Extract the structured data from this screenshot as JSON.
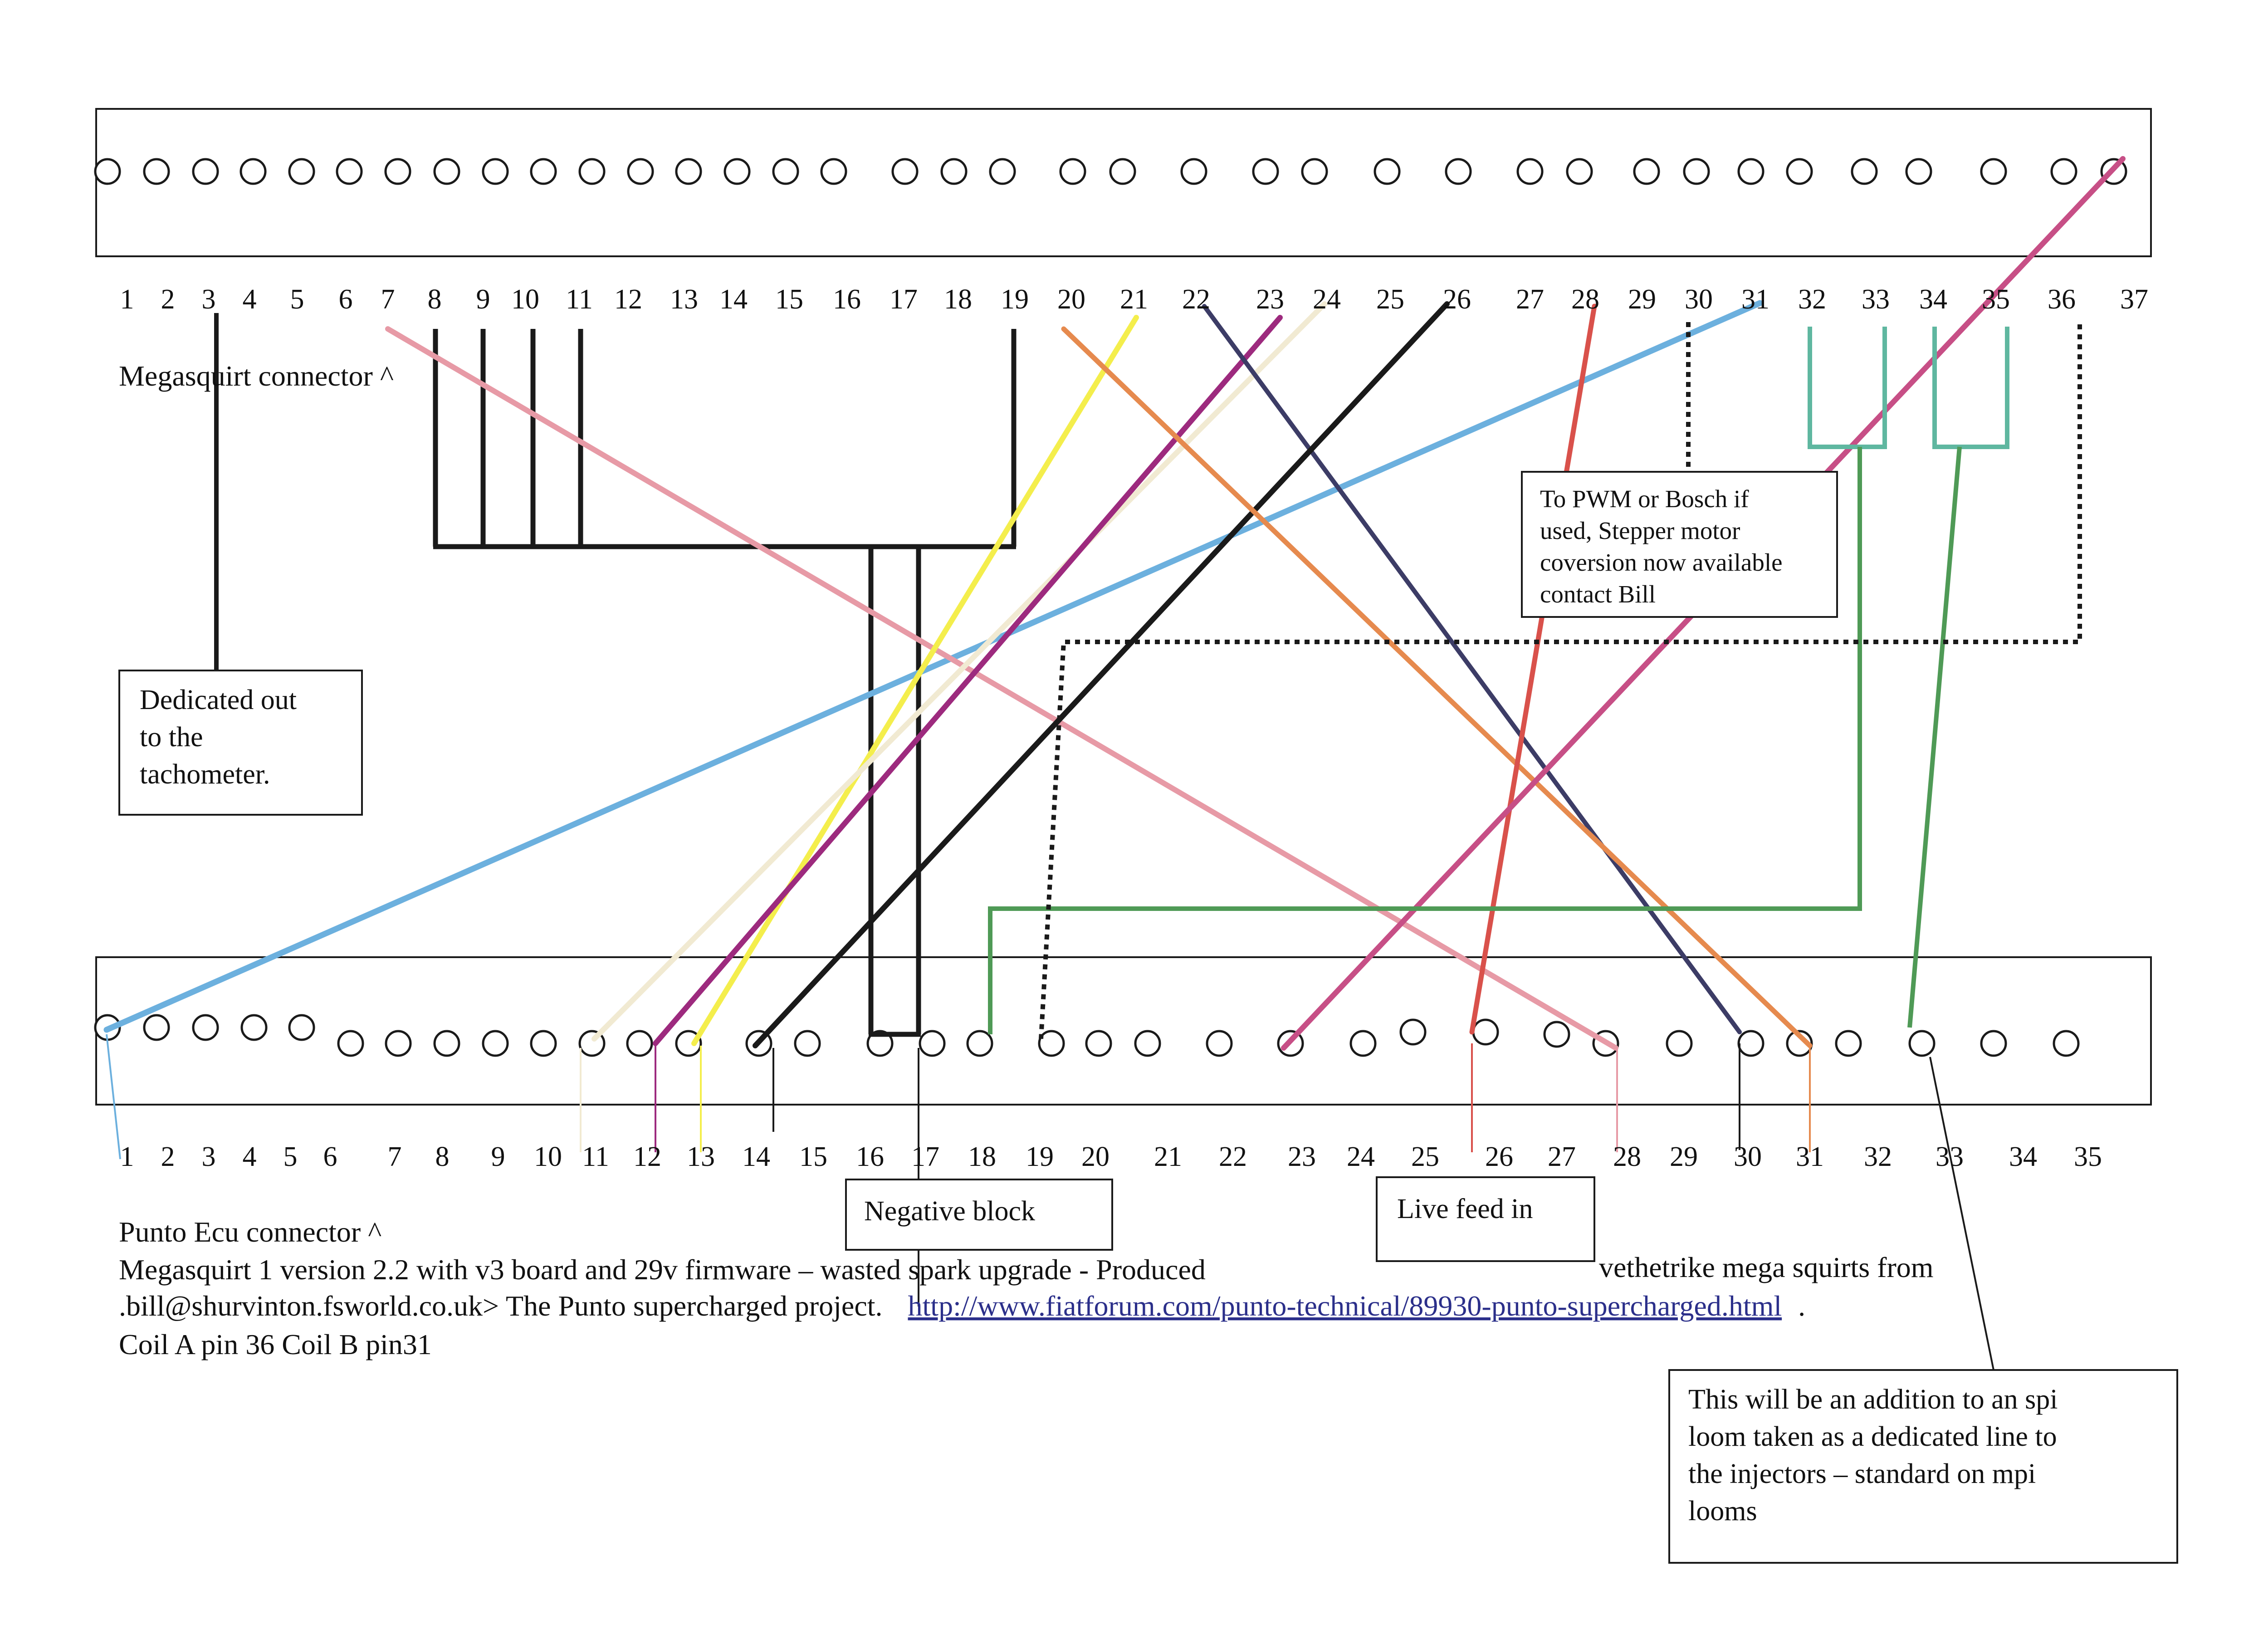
{
  "top_connector": {
    "title": "Megasquirt  connector ^",
    "pins": [
      "1",
      "2",
      "3",
      "4",
      "5",
      "6",
      "7",
      "8",
      "9",
      "10",
      "11",
      "12",
      "13",
      "14",
      "15",
      "16",
      "17",
      "18",
      "19",
      "20",
      "21",
      "22",
      "23",
      "24",
      "25",
      "26",
      "27",
      "28",
      "29",
      "30",
      "31",
      "32",
      "33",
      "34",
      "35",
      "36",
      "37"
    ]
  },
  "bottom_connector": {
    "title": "Punto  Ecu  connector  ^",
    "pins": [
      "1",
      "2",
      "3",
      "4",
      "5",
      "6",
      "7",
      "8",
      "9",
      "10",
      "11",
      "12",
      "13",
      "14",
      "15",
      "16",
      "17",
      "18",
      "19",
      "20",
      "21",
      "22",
      "23",
      "24",
      "25",
      "26",
      "27",
      "28",
      "29",
      "30",
      "31",
      "32",
      "33",
      "34",
      "35"
    ]
  },
  "notes": {
    "tachometer": [
      "Dedicated out",
      "to the",
      "tachometer."
    ],
    "pwm": [
      "To PWM or Bosch if",
      "used, Stepper motor",
      "coversion now available",
      "contact Bill"
    ],
    "negative": "Negative block",
    "live": "Live feed in",
    "injectors": [
      "This will be an addition to an spi",
      "loom taken as a dedicated line to",
      "the injectors – standard on mpi",
      "looms"
    ]
  },
  "caption": {
    "line2": "Megasquirt  1 version 2.2  with  v3 board and  29v firmware – wasted spark upgrade -  Produced",
    "line2b": "vethetrike  mega squirts from",
    "line3": ".bill@shurvinton.fsworld.co.uk>   The Punto supercharged project.",
    "link": "http://www.fiatforum.com/punto-technical/89930-punto-supercharged.html",
    "line3b": ".",
    "line4": "Coil A pin 36  Coil B pin31"
  },
  "colors": {
    "black": "#1a1a1a",
    "blue": "#6cb0de",
    "pink": "#e79aa6",
    "yellow": "#f4ee4c",
    "cream": "#f1ead2",
    "purple": "#9d2a7e",
    "navy": "#3c3c66",
    "orange": "#e68a4e",
    "red": "#d9514b",
    "magenta": "#c74f86",
    "green": "#4f9a56",
    "teal": "#5fb7a0"
  }
}
